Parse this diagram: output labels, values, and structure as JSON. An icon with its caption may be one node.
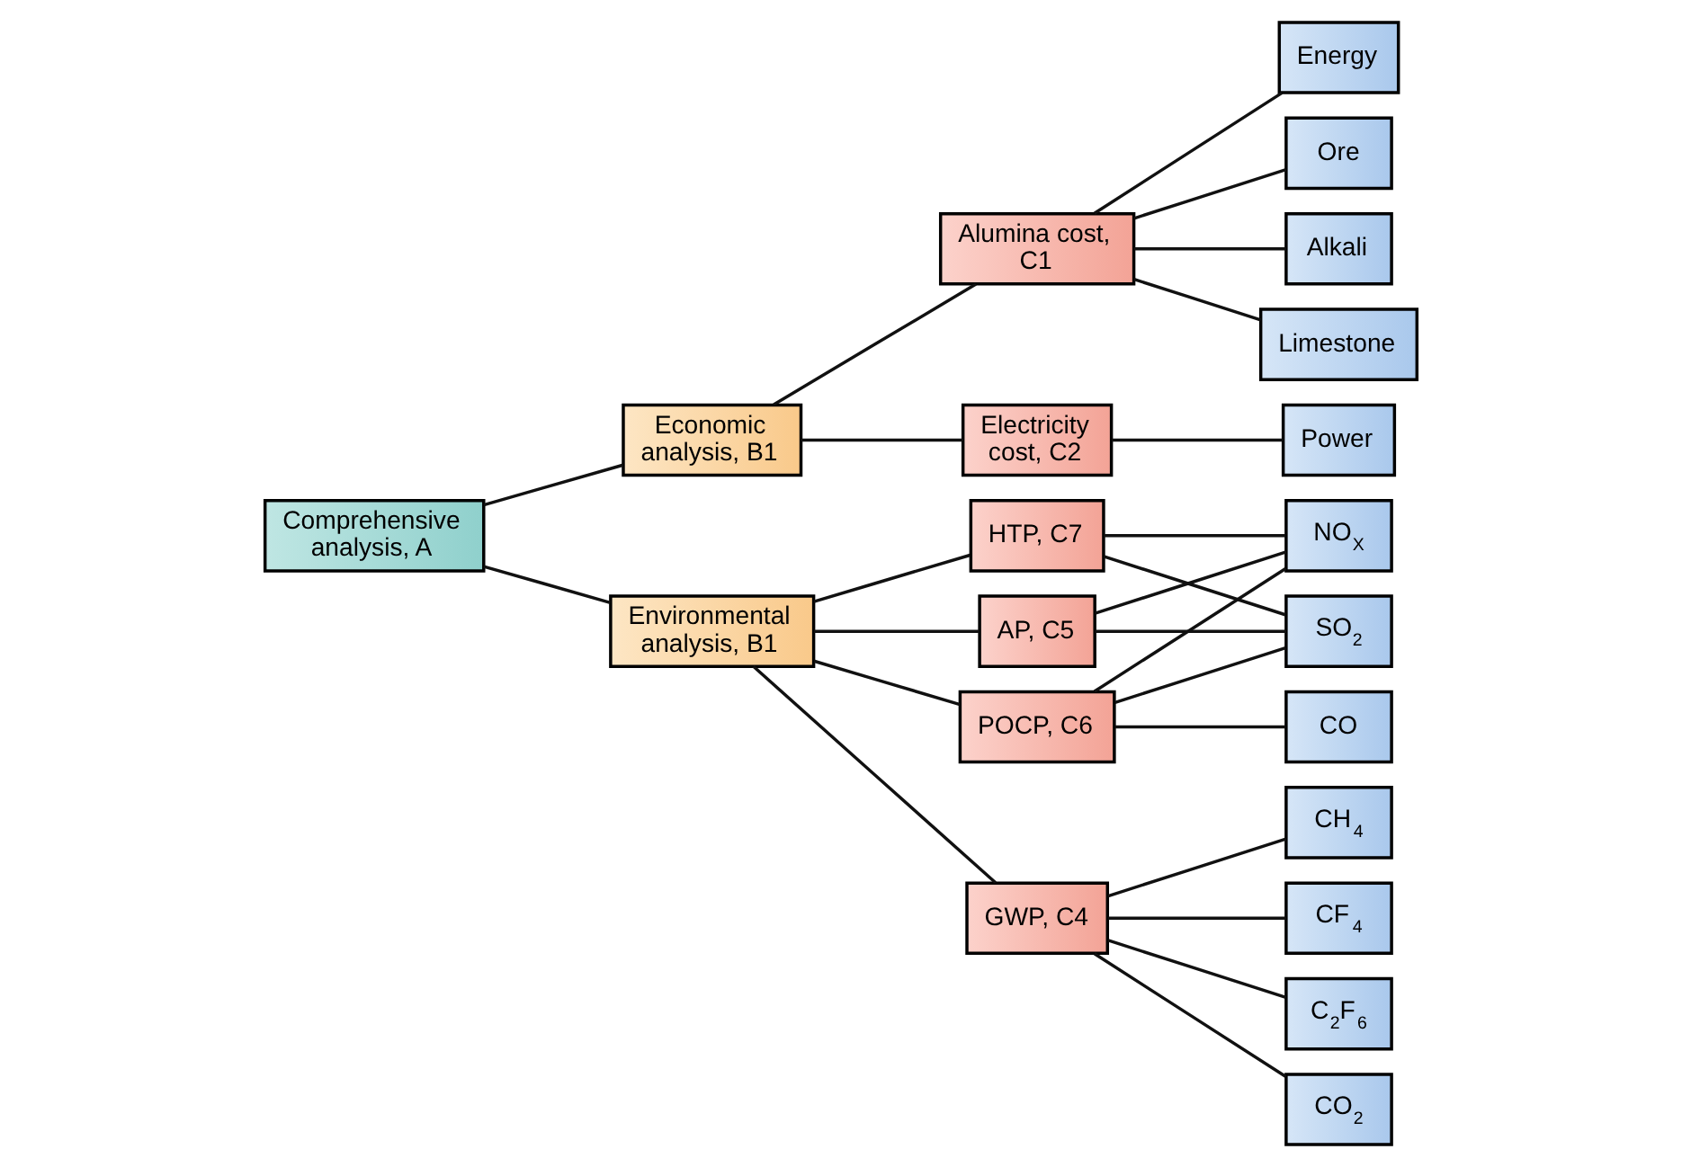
{
  "diagram": {
    "nodes": [
      {
        "text": [
          "Comprehensive analysis, A"
        ]
      },
      {
        "text": [
          "Economic analysis, B1"
        ]
      },
      {
        "text": [
          "Alumina cost, C1"
        ]
      },
      {
        "text": [
          "Energy"
        ]
      },
      {
        "text": [
          "Ore"
        ]
      },
      {
        "text": [
          "Alkali"
        ]
      },
      {
        "text": [
          "Limestone"
        ]
      },
      {
        "text": [
          "Electricity cost, C2"
        ]
      },
      {
        "text": [
          "Power"
        ]
      },
      {
        "text": [
          "Environmental analysis, B1"
        ]
      },
      {
        "text": [
          "GWP, C4"
        ]
      },
      {
        "text": [
          "AP, C5"
        ]
      },
      {
        "text": [
          "POCP, C6"
        ]
      },
      {
        "text": [
          "HTP, C7"
        ]
      },
      {
        "text": [
          "CO$_{2}$"
        ]
      },
      {
        "text": [
          "CH$_{4}$"
        ]
      },
      {
        "text": [
          "CF$_{4}$"
        ]
      },
      {
        "text": [
          "C$_{2}$F$_{6}$"
        ]
      },
      {
        "text": [
          "SO$_{2}$"
        ]
      },
      {
        "text": [
          "NO$_{X}$"
        ]
      },
      {
        "text": [
          "CO"
        ]
      }
    ],
    "edges": [
      {
        "from": 0,
        "to": 1,
        "arrow": "none"
      },
      {
        "from": 0,
        "to": 9,
        "arrow": "none"
      },
      {
        "from": 1,
        "to": 2,
        "arrow": "none"
      },
      {
        "from": 1,
        "to": 7,
        "arrow": "none"
      },
      {
        "from": 2,
        "to": 3,
        "arrow": "none"
      },
      {
        "from": 2,
        "to": 4,
        "arrow": "none"
      },
      {
        "from": 2,
        "to": 5,
        "arrow": "none"
      },
      {
        "from": 2,
        "to": 6,
        "arrow": "none"
      },
      {
        "from": 7,
        "to": 8,
        "arrow": "none"
      },
      {
        "from": 9,
        "to": 10,
        "arrow": "none"
      },
      {
        "from": 9,
        "to": 11,
        "arrow": "none"
      },
      {
        "from": 9,
        "to": 12,
        "arrow": "none"
      },
      {
        "from": 9,
        "to": 13,
        "arrow": "none"
      },
      {
        "from": 10,
        "to": 14,
        "arrow": "none"
      },
      {
        "from": 10,
        "to": 15,
        "arrow": "none"
      },
      {
        "from": 10,
        "to": 16,
        "arrow": "none"
      },
      {
        "from": 10,
        "to": 17,
        "arrow": "none"
      },
      {
        "from": 11,
        "to": 18,
        "arrow": "none"
      },
      {
        "from": 11,
        "to": 19,
        "arrow": "none"
      },
      {
        "from": 12,
        "to": 18,
        "arrow": "none"
      },
      {
        "from": 12,
        "to": 19,
        "arrow": "none"
      },
      {
        "from": 12,
        "to": 20,
        "arrow": "none"
      },
      {
        "from": 13,
        "to": 18,
        "arrow": "none"
      },
      {
        "from": 13,
        "to": 19,
        "arrow": "none"
      }
    ]
  }
}
